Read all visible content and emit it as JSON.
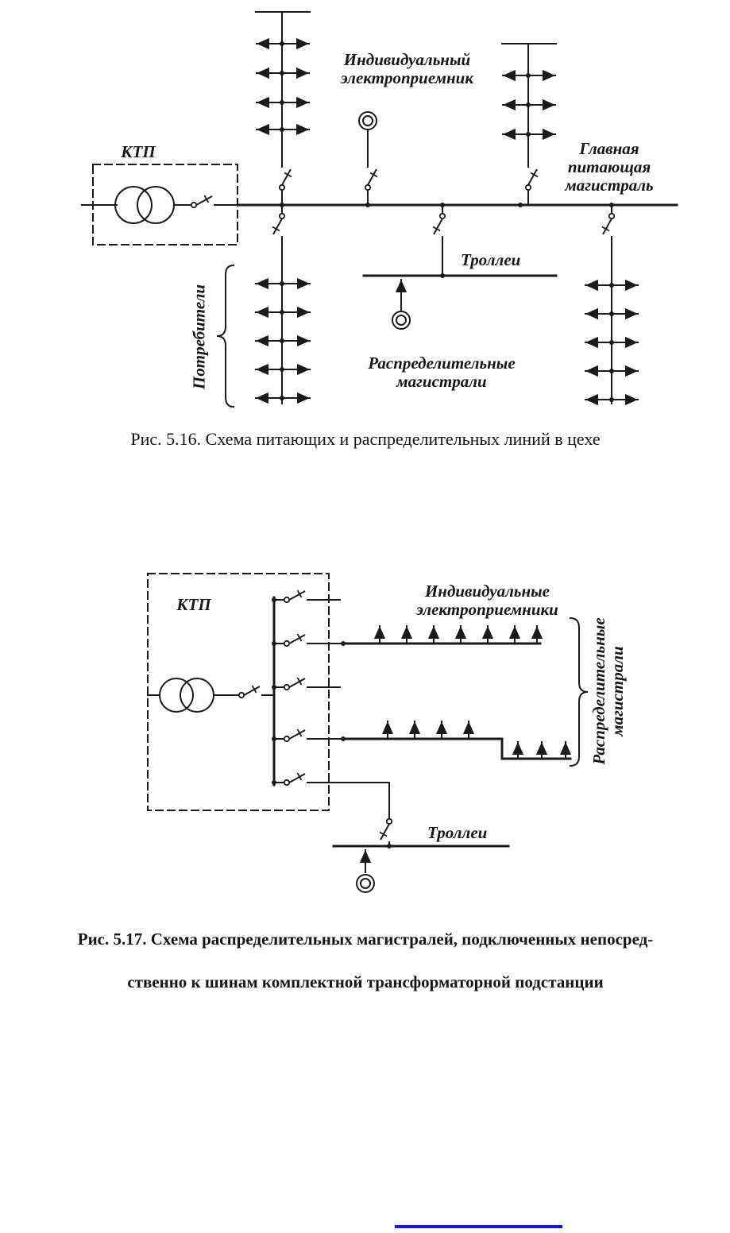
{
  "page": {
    "background_color": "#ffffff",
    "ink_color": "#1a1a1a",
    "underline_color": "#1414e6"
  },
  "figure_516": {
    "labels": {
      "individual_receiver": "Индивидуальный\nэлектроприемник",
      "ktp": "КТП",
      "main_feeding_line": "Главная\nпитающая\nмагистраль",
      "trolleys": "Троллеи",
      "consumers": "Потребители",
      "distribution_mains": "Распределительные\nмагистрали"
    },
    "caption": "Рис. 5.16. Схема питающих и распределительных линий в цехе",
    "symbols": [
      "transformer-icon",
      "breaker-icon",
      "receiver-icon",
      "load-arrow"
    ]
  },
  "figure_517": {
    "labels": {
      "ktp": "КТП",
      "individual_receivers": "Индивидуальные\nэлектроприемники",
      "distribution_mains": "Распределительные\nмагистрали",
      "trolleys": "Троллеи"
    },
    "caption_line1": "Рис. 5.17. Схема распределительных магистралей, подключенных непосред-",
    "caption_line2": "ственно к шинам комплектной трансформаторной подстанции",
    "symbols": [
      "transformer-icon",
      "breaker-icon",
      "receiver-icon",
      "load-arrow"
    ]
  }
}
